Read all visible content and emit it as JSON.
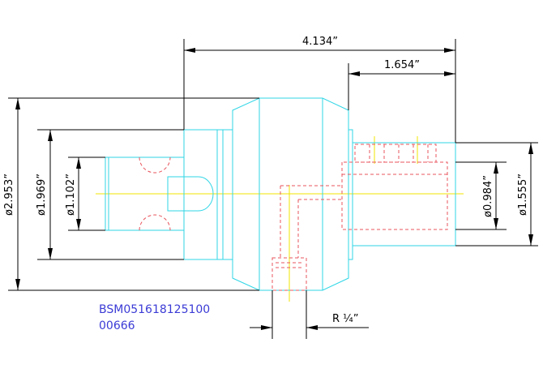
{
  "dimensions": {
    "overall_length": "4.134”",
    "shank_length": "1.654”",
    "dia_flange": "ø2.953”",
    "dia_body": "ø1.969”",
    "dia_bore": "ø1.102”",
    "dia_shank_inner": "ø0.984”",
    "dia_shank_outer": "ø1.555”",
    "thread_label": "R ¼”"
  },
  "part_number": {
    "line1": "BSM051618125100",
    "line2": "00666"
  },
  "colors": {
    "outline": "#2fd6e6",
    "hidden": "#e8545c",
    "centerline": "#f2e600",
    "dimension": "#000000",
    "part_text": "#3b3bd6"
  }
}
